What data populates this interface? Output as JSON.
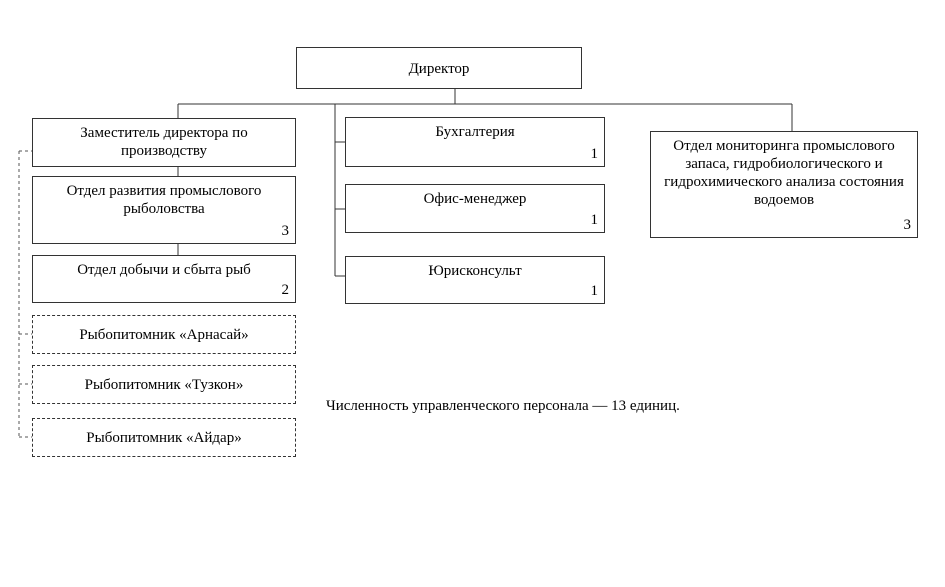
{
  "director": {
    "label": "Директор"
  },
  "deputy": {
    "label": "Заместитель директора по производству"
  },
  "dept_fishing_dev": {
    "label": "Отдел развития промыслового рыболовства",
    "count": "3"
  },
  "dept_catch_sales": {
    "label": "Отдел добычи и сбыта рыб",
    "count": "2"
  },
  "hatcheries": [
    {
      "label": "Рыбопитомник «Арнасай»"
    },
    {
      "label": "Рыбопитомник «Тузкон»"
    },
    {
      "label": "Рыбопитомник «Айдар»"
    }
  ],
  "accounting": {
    "label": "Бухгалтерия",
    "count": "1"
  },
  "office_manager": {
    "label": "Офис-менеджер",
    "count": "1"
  },
  "legal": {
    "label": "Юрисконсульт",
    "count": "1"
  },
  "monitoring": {
    "label": "Отдел  мониторинга промыслового запаса, гидробиологического и гидрохимического анализа состояния водоемов",
    "count": "3"
  },
  "note": "Численность управленческого персонала — 13 единиц."
}
